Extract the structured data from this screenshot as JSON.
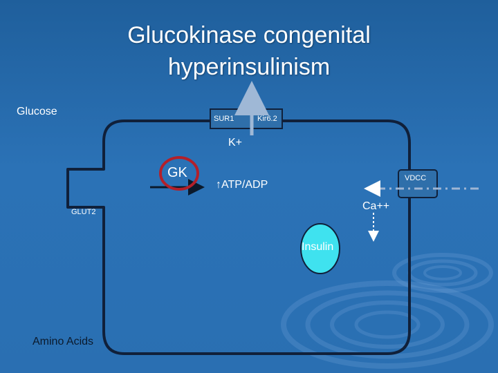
{
  "slide": {
    "title_line1": "Glucokinase congenital",
    "title_line2": "hyperinsulinism"
  },
  "diagram": {
    "glucose_label": "Glucose",
    "sur1_label": "SUR1",
    "kir_label": "Kir6.2",
    "k_label": "K+",
    "gk_label": "GK",
    "atp_label": "↑ATP/ADP",
    "vdcc_label": "VDCC",
    "ca_label": "Ca++",
    "glut2_label": "GLUT2",
    "insulin_label": "Insulin",
    "amino_acids_label": "Amino Acids"
  },
  "colors": {
    "background": "#2a6fb2",
    "cell_outline": "#10203a",
    "channel_fill": "#2f6faa",
    "kir_arrow": "#9fb8d6",
    "gk_circle": "#b3202a",
    "insulin_fill": "#3fe2ef",
    "dashed_line": "#9fb6d4"
  }
}
